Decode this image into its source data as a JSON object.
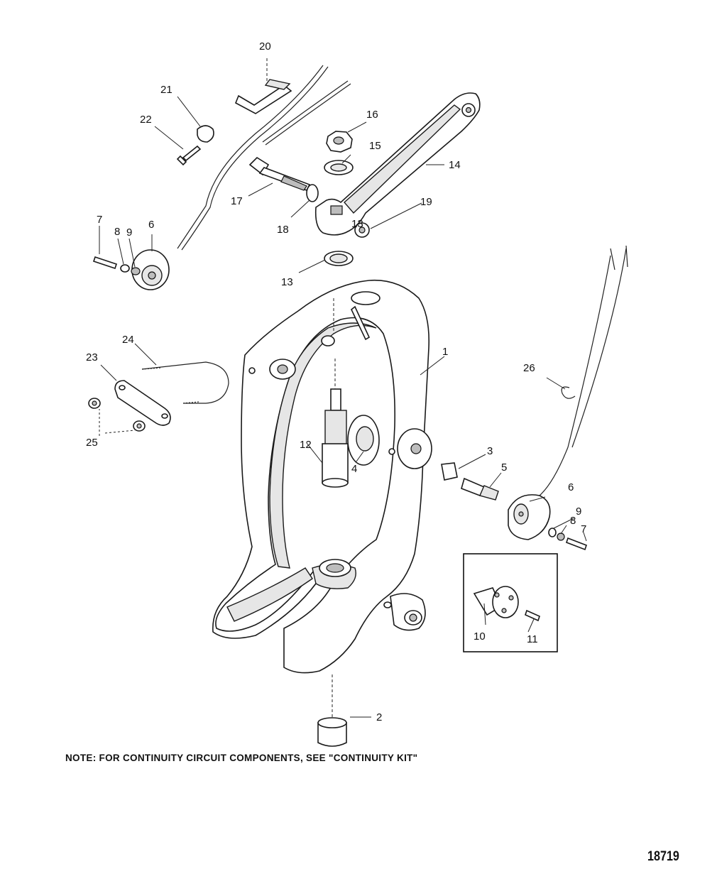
{
  "callouts": {
    "c1": "1",
    "c2": "2",
    "c3": "3",
    "c4": "4",
    "c5": "5",
    "c6a": "6",
    "c6b": "6",
    "c7a": "7",
    "c7b": "7",
    "c8a": "8",
    "c8b": "8",
    "c9a": "9",
    "c9b": "9",
    "c10": "10",
    "c11": "11",
    "c12": "12",
    "c13a": "13",
    "c13b": "13",
    "c14": "14",
    "c15": "15",
    "c16": "16",
    "c17": "17",
    "c18": "18",
    "c19": "19",
    "c20": "20",
    "c21": "21",
    "c22": "22",
    "c23": "23",
    "c24": "24",
    "c25": "25",
    "c26": "26"
  },
  "note": "NOTE:  FOR CONTINUITY CIRCUIT COMPONENTS, SEE \"CONTINUITY KIT\"",
  "figure_id": "18719"
}
